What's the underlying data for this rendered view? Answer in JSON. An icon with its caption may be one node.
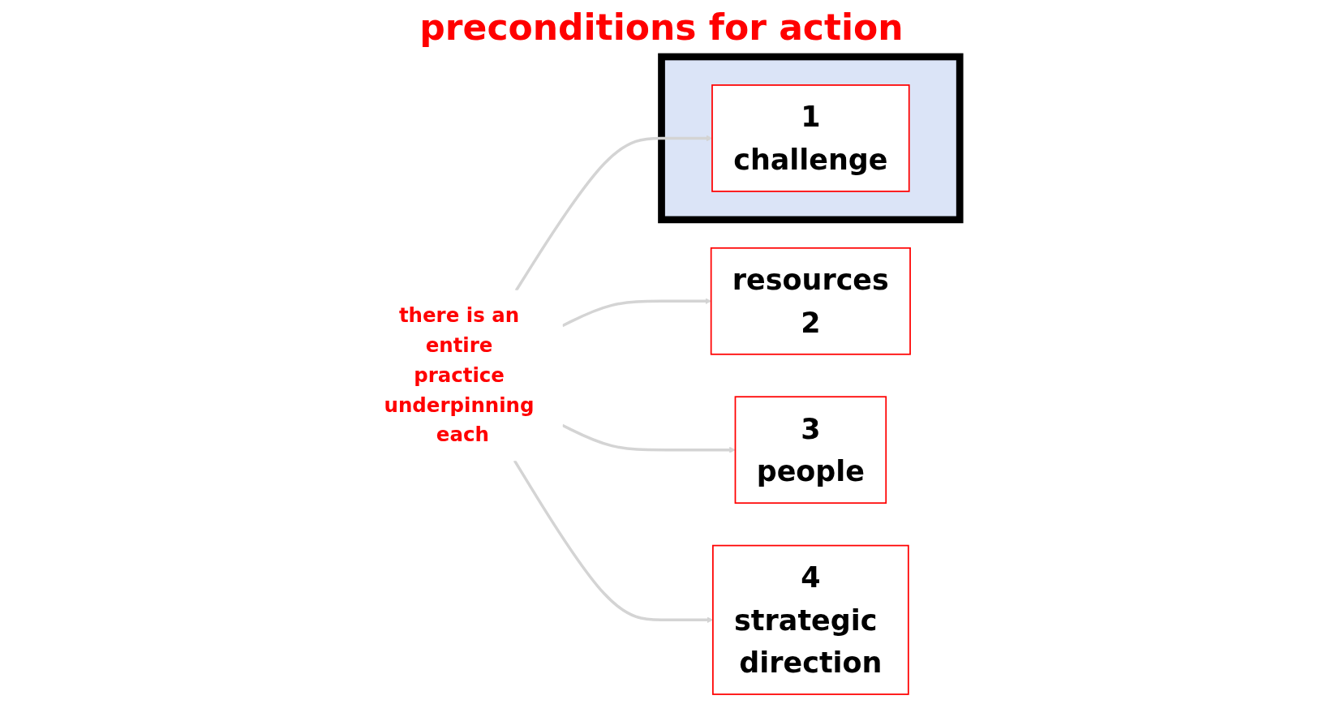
{
  "diagram": {
    "title": "preconditions for action",
    "nodes": [
      {
        "text": [],
        "shape": "triangle"
      },
      {
        "text": [
          "1",
          "challenge"
        ],
        "in": 0
      },
      {
        "text": [
          "resources",
          "2"
        ]
      },
      {
        "text": [
          "3",
          "people"
        ]
      },
      {
        "text": [
          "4",
          "strategic direction"
        ]
      },
      {
        "text": [
          "there is an entire practice underpinning each"
        ]
      }
    ],
    "edges": [
      {
        "from": 5,
        "to": 3,
        "arrow": "to"
      },
      {
        "from": 5,
        "to": 1,
        "arrow": "to"
      },
      {
        "from": 5,
        "to": 4,
        "arrow": "to"
      },
      {
        "from": 5,
        "to": 2,
        "arrow": "to"
      }
    ]
  }
}
